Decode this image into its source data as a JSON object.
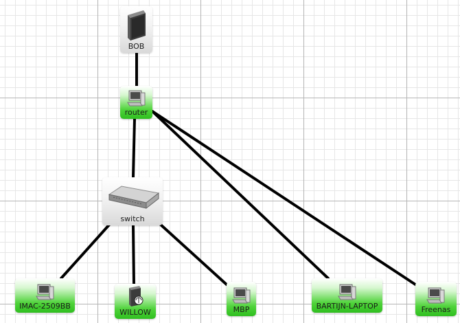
{
  "nodes": [
    {
      "id": "bob",
      "label": "BOB",
      "style": "gray",
      "icon": "server-icon"
    },
    {
      "id": "router",
      "label": "router",
      "style": "green",
      "icon": "computer-icon"
    },
    {
      "id": "switch",
      "label": "switch",
      "style": "gray",
      "icon": "switch-icon"
    },
    {
      "id": "imac",
      "label": "IMAC-2509BB",
      "style": "green",
      "icon": "computer-icon"
    },
    {
      "id": "willow",
      "label": "WILLOW",
      "style": "green",
      "icon": "windows-server-icon"
    },
    {
      "id": "mbp",
      "label": "MBP",
      "style": "green",
      "icon": "computer-icon"
    },
    {
      "id": "bartijn",
      "label": "BARTIJN-LAPTOP",
      "style": "green",
      "icon": "computer-icon"
    },
    {
      "id": "freenas",
      "label": "Freenas",
      "style": "green",
      "icon": "computer-icon"
    }
  ],
  "links": [
    [
      "bob",
      "router"
    ],
    [
      "router",
      "switch"
    ],
    [
      "router",
      "bartijn"
    ],
    [
      "router",
      "freenas"
    ],
    [
      "switch",
      "imac"
    ],
    [
      "switch",
      "willow"
    ],
    [
      "switch",
      "mbp"
    ]
  ],
  "colors": {
    "link": "#000000",
    "node_green": "#3fcb2c",
    "node_gray": "#e0e0e0"
  }
}
